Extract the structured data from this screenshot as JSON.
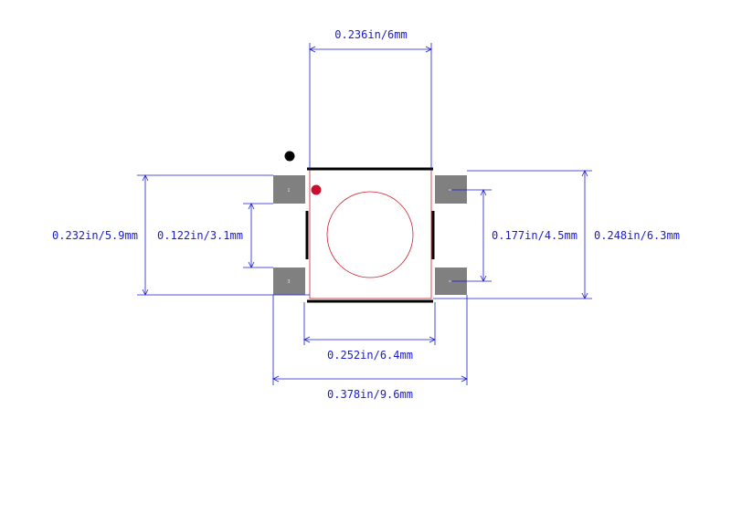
{
  "dimensions": {
    "body_width": "0.236in/6mm",
    "outer_height": "0.232in/5.9mm",
    "pad_gap_left": "0.122in/3.1mm",
    "pad_gap_right": "0.177in/4.5mm",
    "body_height": "0.248in/6.3mm",
    "lead_span": "0.252in/6.4mm",
    "overall_width": "0.378in/9.6mm"
  },
  "pads": {
    "top_left": "1",
    "bottom_left": "3",
    "top_right": "",
    "bottom_right": ""
  },
  "colors": {
    "dimension": "#1a1ad0",
    "outline": "#d0202a",
    "pad": "#808080",
    "silkscreen": "#000000",
    "pin1_marker": "#c8102e"
  }
}
